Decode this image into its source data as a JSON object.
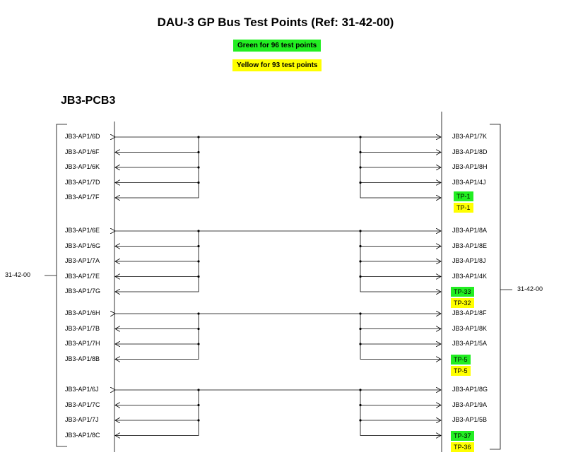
{
  "title": "DAU-3 GP Bus Test Points (Ref: 31-42-00)",
  "legend": {
    "green": "Green for 96 test points",
    "yellow": "Yellow for 93 test points",
    "green_color": "#22ee22",
    "yellow_color": "#ffff00"
  },
  "board_label": "JB3-PCB3",
  "ref_left": "31-42-00",
  "ref_right": "31-42-00",
  "groups": [
    {
      "left": [
        "JB3-AP1/6D",
        "JB3-AP1/6F",
        "JB3-AP1/6K",
        "JB3-AP1/7D",
        "JB3-AP1/7F"
      ],
      "right": [
        "JB3-AP1/7K",
        "JB3-AP1/8D",
        "JB3-AP1/8H",
        "JB3-AP1/4J"
      ],
      "tp_green": "TP-1",
      "tp_yellow": "TP-1"
    },
    {
      "left": [
        "JB3-AP1/6E",
        "JB3-AP1/6G",
        "JB3-AP1/7A",
        "JB3-AP1/7E",
        "JB3-AP1/7G"
      ],
      "right": [
        "JB3-AP1/8A",
        "JB3-AP1/8E",
        "JB3-AP1/8J",
        "JB3-AP1/4K"
      ],
      "tp_green": "TP-33",
      "tp_yellow": "TP-32"
    },
    {
      "left": [
        "JB3-AP1/6H",
        "JB3-AP1/7B",
        "JB3-AP1/7H",
        "JB3-AP1/8B"
      ],
      "right": [
        "JB3-AP1/8F",
        "JB3-AP1/8K",
        "JB3-AP1/5A"
      ],
      "tp_green": "TP-5",
      "tp_yellow": "TP-5"
    },
    {
      "left": [
        "JB3-AP1/6J",
        "JB3-AP1/7C",
        "JB3-AP1/7J",
        "JB3-AP1/8C"
      ],
      "right": [
        "JB3-AP1/8G",
        "JB3-AP1/9A",
        "JB3-AP1/5B"
      ],
      "tp_green": "TP-37",
      "tp_yellow": "TP-36"
    }
  ]
}
